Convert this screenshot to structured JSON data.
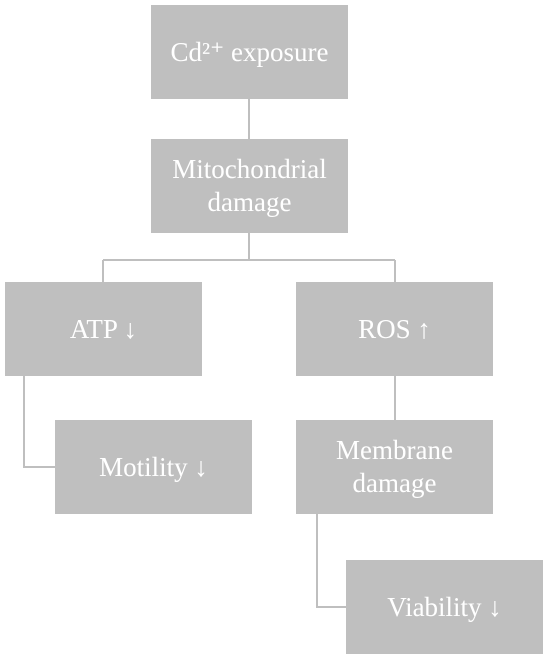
{
  "diagram": {
    "colors": {
      "box_fill": "#bfbfbf",
      "box_text": "#ffffff",
      "connector": "#bfbfbf",
      "background": "#ffffff"
    },
    "nodes": {
      "cd_exposure": "Cd²⁺ exposure",
      "mitochondrial_damage": "Mitochondrial\ndamage",
      "atp": "ATP ↓",
      "ros": "ROS ↑",
      "motility": "Motility ↓",
      "membrane_damage": "Membrane\ndamage",
      "viability": "Viability ↓"
    }
  }
}
